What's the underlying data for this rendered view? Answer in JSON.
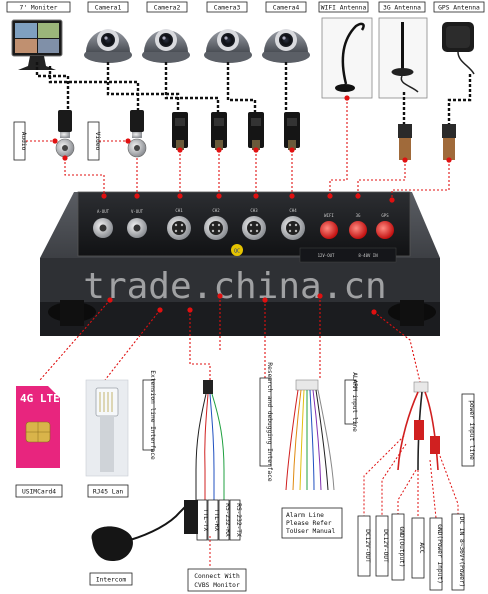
{
  "devices": {
    "monitor": "7' Moniter",
    "camera1": "Camera1",
    "camera2": "Camera2",
    "camera3": "Camera3",
    "camera4": "Camera4",
    "wifi": "WIFI Antenna",
    "g3": "3G Antenna",
    "gps": "GPS Antenna"
  },
  "side_labels": {
    "audio": "Audio",
    "video": "Video"
  },
  "dvr_panel": {
    "ports": [
      "A-OUT",
      "V-OUT",
      "CH1",
      "CH2",
      "CH3",
      "CH4",
      "WIFI",
      "3G",
      "GPS"
    ],
    "power_marks": [
      "12V-OUT",
      "8-40V IN"
    ],
    "qc": "QC",
    "watermark": "trade.china.cn"
  },
  "bottom_labels": {
    "usim": "USIMCard4",
    "rj45": "RJ45 Lan",
    "sim_brand": "4G LTE",
    "extension": "Extension line Interface",
    "research": "Research and debugging Interface",
    "alarm_input": "ALARM input line",
    "power_input": "power input line",
    "alarm_note": [
      "Alarm Line",
      "Please Refer",
      "ToUser Manual"
    ],
    "intercom": "Intercom",
    "cvbs": [
      "Connect With",
      "CVBS Monitor"
    ],
    "ext_pins": [
      "TTL-TX",
      "TTL-RX",
      "RS-232-RX",
      "RS-232-TX"
    ],
    "power_pins": [
      "DC12V-OUT",
      "DC12V-OUT",
      "GND(Output)",
      "ACC",
      "GND(Power Input)",
      "DC IN 8~36V+(Power)"
    ]
  }
}
